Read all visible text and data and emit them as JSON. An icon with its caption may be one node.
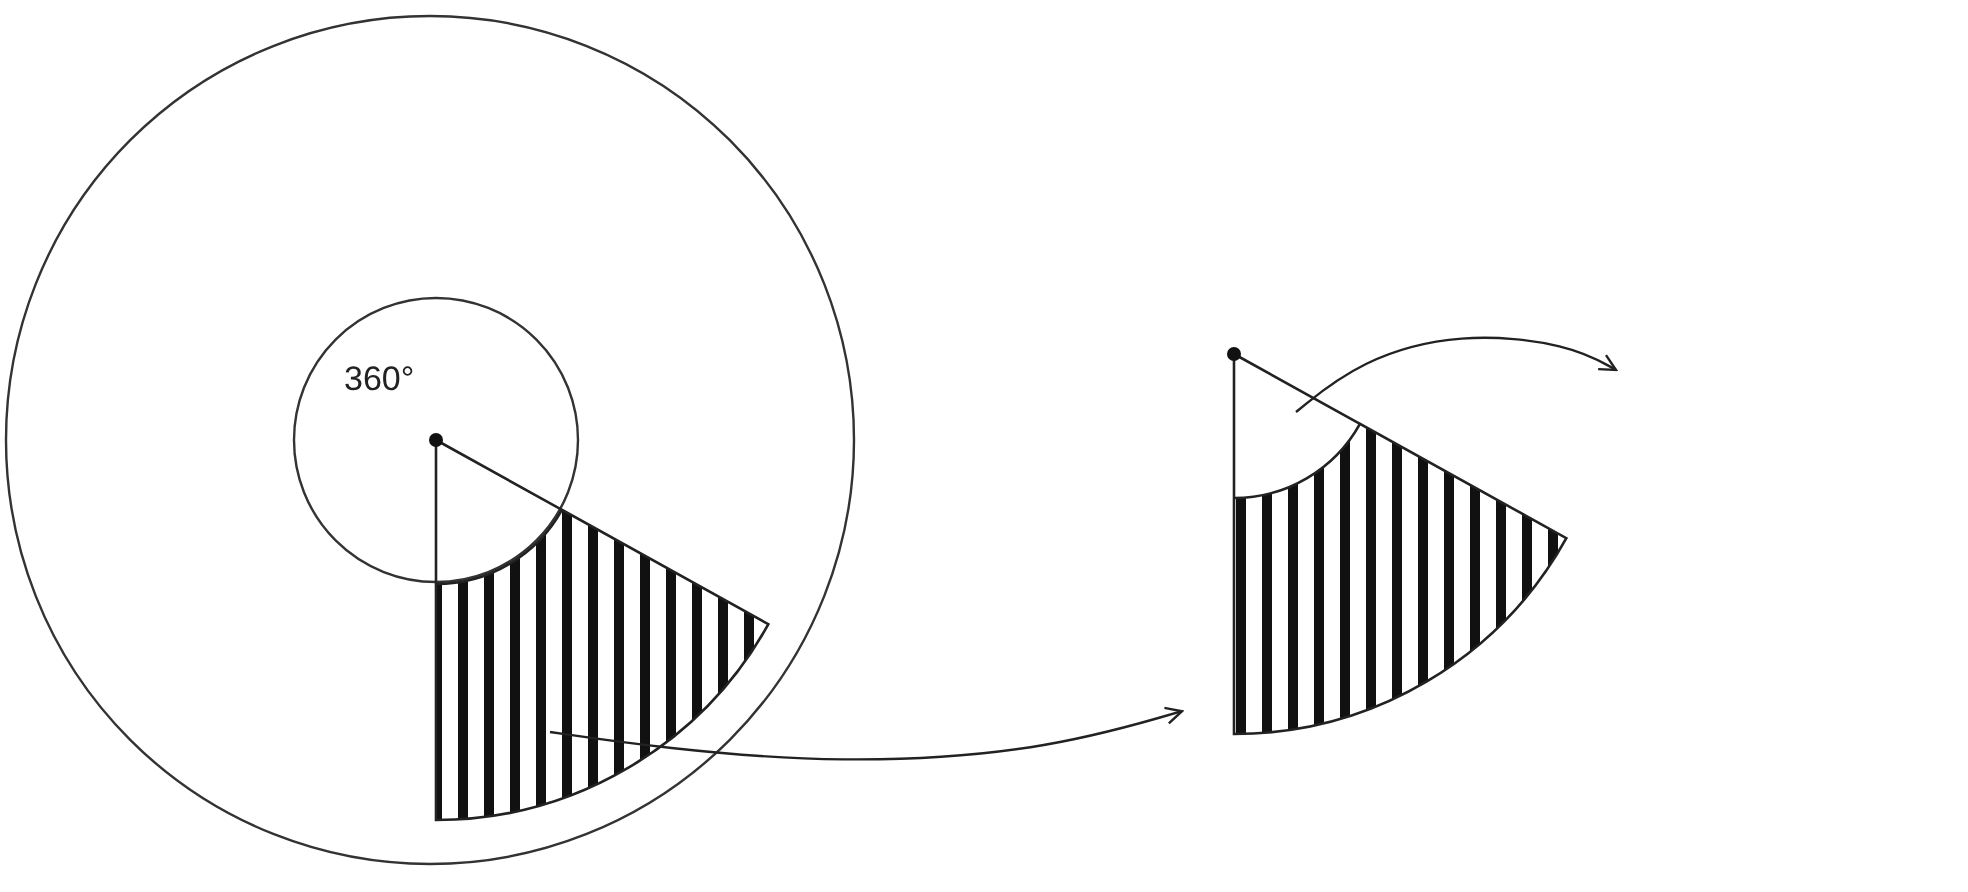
{
  "diagram": {
    "nodes": [
      {
        "text": [],
        "shape": "circle"
      },
      {
        "text": [
          "360°"
        ],
        "in": 0
      },
      {
        "text": [],
        "shape": "sector",
        "in": 0
      },
      {
        "text": [],
        "shape": "sector"
      }
    ],
    "edges": [
      {
        "from": 2,
        "to": 3,
        "arrow": "to"
      },
      {
        "from": 3,
        "to": null,
        "arrow": "to"
      }
    ]
  }
}
